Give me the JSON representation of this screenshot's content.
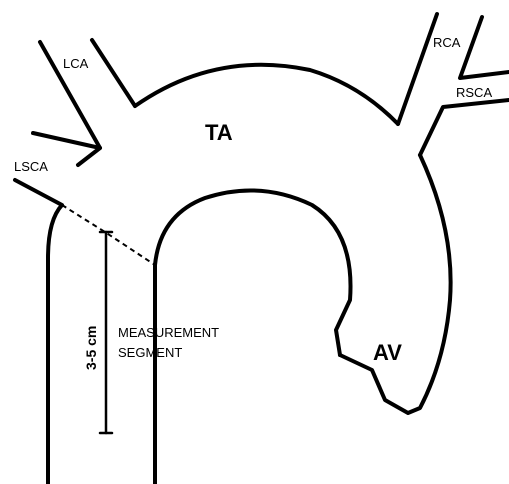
{
  "labels": {
    "lca": "LCA",
    "lsca": "LSCA",
    "ta": "TA",
    "rca": "RCA",
    "rsca": "RSCA",
    "av": "AV",
    "distance": "3-5 cm",
    "measurement_line1": "MEASUREMENT",
    "measurement_line2": "SEGMENT"
  }
}
